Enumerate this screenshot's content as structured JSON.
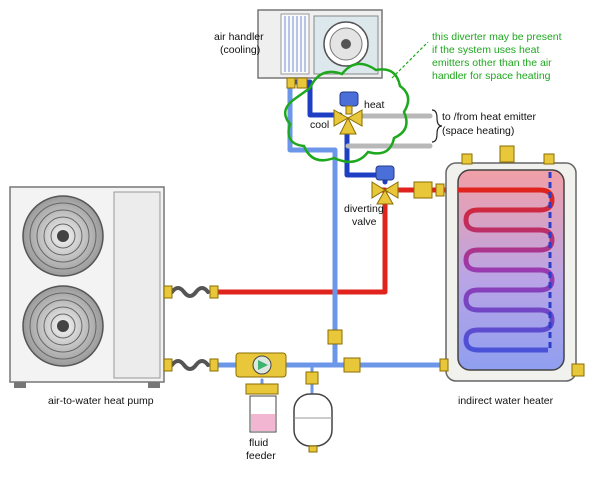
{
  "labels": {
    "air_handler_line1": "air handler",
    "air_handler_line2": "(cooling)",
    "cool": "cool",
    "heat": "heat",
    "heat_emitter_line1": "to /from heat emitter",
    "heat_emitter_line2": "(space heating)",
    "diverting_valve_line1": "diverting",
    "diverting_valve_line2": "valve",
    "heat_pump": "air-to-water heat pump",
    "water_heater": "indirect water heater",
    "fluid_feeder_line1": "fluid",
    "fluid_feeder_line2": "feeder"
  },
  "note": {
    "lines": [
      "this diverter may be present",
      "if the system uses heat",
      "emitters other than the air",
      "handler for space heating"
    ]
  },
  "colors": {
    "hot_pipe": "#e0231c",
    "cold_pipe": "#6c97e8",
    "supply_pipe": "#1e3fc4",
    "fitting": "#e9c73a",
    "pump": "#3cb371",
    "note_text": "#1ea81e",
    "cloud_outline": "#1ea81e",
    "tank_top": "#f06070",
    "tank_bottom": "#5060e0"
  }
}
